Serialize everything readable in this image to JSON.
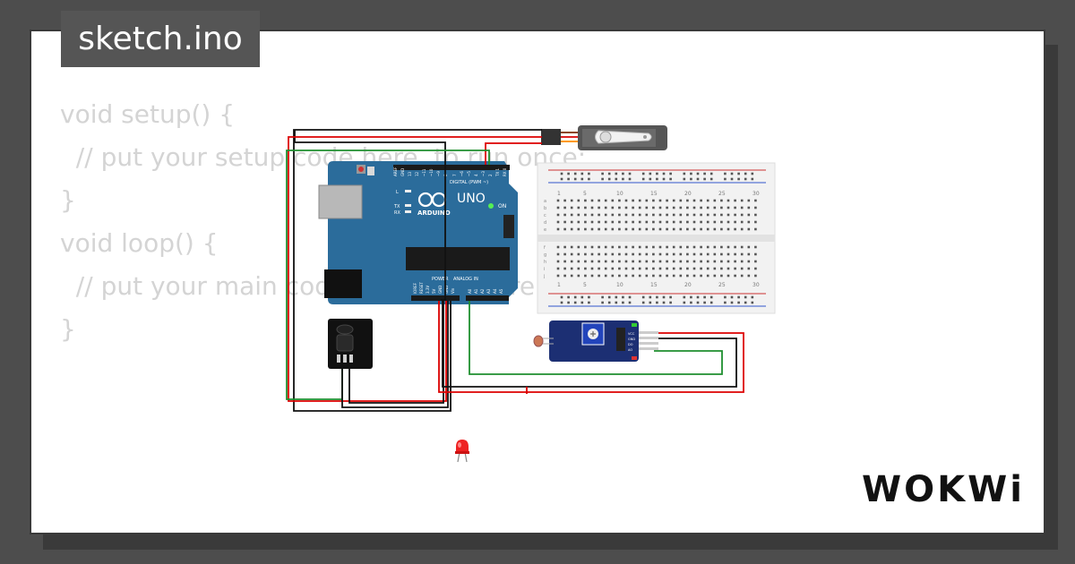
{
  "file_tab": {
    "label": "sketch.ino"
  },
  "code_lines": [
    "void setup() {",
    "  // put your setup code here, to run once:",
    "",
    "}",
    "",
    "void loop() {",
    "  // put your main code here, to run repeatedly:",
    "",
    "}"
  ],
  "arduino": {
    "model": "UNO",
    "brand": "ARDUINO",
    "digital_header": "DIGITAL (PWM ~)",
    "analog_header": "ANALOG IN",
    "power_header": "POWER",
    "on_label": "ON",
    "led_labels": [
      "L",
      "TX",
      "RX"
    ],
    "top_pins": [
      "AREF",
      "GND",
      "13",
      "12",
      "~11",
      "~10",
      "~9",
      "8",
      "7",
      "~6",
      "~5",
      "4",
      "~3",
      "2",
      "TX 1",
      "RX 0"
    ],
    "power_pins": [
      "IOREF",
      "RESET",
      "3.3V",
      "5V",
      "GND",
      "GND",
      "Vin"
    ],
    "analog_pins": [
      "A0",
      "A1",
      "A2",
      "A3",
      "A4",
      "A5"
    ]
  },
  "breadboard": {
    "column_numbers": [
      "1",
      "5",
      "10",
      "15",
      "20",
      "25",
      "30"
    ],
    "top_rows": [
      "a",
      "b",
      "c",
      "d",
      "e"
    ],
    "bottom_rows": [
      "f",
      "g",
      "h",
      "i",
      "j"
    ]
  },
  "sensor_module": {
    "pins": [
      "VCC",
      "GND",
      "DO",
      "AO"
    ]
  },
  "logo": {
    "text": "WOKWi"
  },
  "colors": {
    "background": "#4d4d4d",
    "card": "#ffffff",
    "tab": "#555555",
    "code_text": "#d4d4d4",
    "arduino_board": "#2b6c9b",
    "sensor_board": "#1c2f73",
    "wire_red": "#dd0000",
    "wire_black": "#111111",
    "wire_green": "#1f8f2f",
    "led": "#ee2222"
  }
}
